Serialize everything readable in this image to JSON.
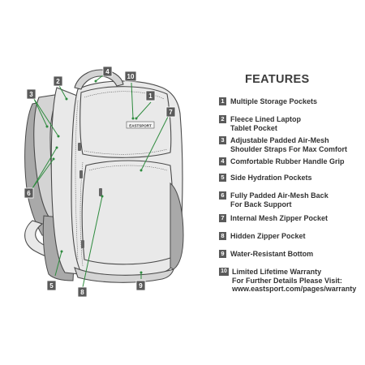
{
  "features": {
    "title": "FEATURES",
    "items": [
      {
        "num": "1",
        "lines": [
          "Multiple Storage Pockets"
        ]
      },
      {
        "num": "2",
        "lines": [
          "Fleece Lined Laptop",
          "Tablet Pocket"
        ]
      },
      {
        "num": "3",
        "lines": [
          "Adjustable Padded Air-Mesh",
          "Shoulder Straps For Max Comfort"
        ]
      },
      {
        "num": "4",
        "lines": [
          "Comfortable Rubber Handle Grip"
        ]
      },
      {
        "num": "5",
        "lines": [
          "Side Hydration Pockets"
        ]
      },
      {
        "num": "6",
        "lines": [
          "Fully Padded Air-Mesh Back",
          "For Back Support"
        ]
      },
      {
        "num": "7",
        "lines": [
          "Internal Mesh Zipper Pocket"
        ]
      },
      {
        "num": "8",
        "lines": [
          "Hidden Zipper Pocket"
        ]
      },
      {
        "num": "9",
        "lines": [
          "Water-Resistant Bottom"
        ]
      },
      {
        "num": "10",
        "lines": [
          "Limited Lifetime Warranty",
          "For Further Details Please Visit:",
          "www.eastsport.com/pages/warranty"
        ]
      }
    ]
  },
  "diagram": {
    "brand_tag": "EASTSPORT",
    "leader_color": "#2e8b3e",
    "label_color": "#5a5a5a",
    "callouts": [
      "1",
      "2",
      "3",
      "4",
      "5",
      "6",
      "7",
      "8",
      "9",
      "10"
    ]
  }
}
